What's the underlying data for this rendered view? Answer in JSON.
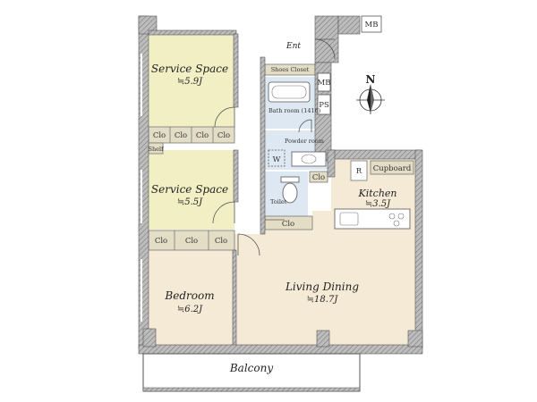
{
  "rooms": {
    "service_space_1": {
      "name": "Service Space",
      "area": "≒5.9J"
    },
    "service_space_2": {
      "name": "Service Space",
      "area": "≒5.5J"
    },
    "bedroom": {
      "name": "Bedroom",
      "area": "≒6.2J"
    },
    "living_dining": {
      "name": "Living Dining",
      "area": "≒18.7J"
    },
    "kitchen": {
      "name": "Kitchen",
      "area": "≒3.5J"
    },
    "balcony": {
      "name": "Balcony"
    }
  },
  "labels": {
    "entrance": "Ent",
    "shoes_closet": "Shoes Closet",
    "mb": "MB",
    "ps": "PS",
    "bath_room": "Bath room (1416)",
    "powder_room": "Powder room",
    "washer": "W",
    "toilet": "Toilet",
    "refrigerator": "R",
    "cupboard": "Cupboard",
    "closet": "Clo",
    "shelf": "Shelf",
    "compass_north": "N"
  },
  "colors": {
    "service_space_fill": "#f2efc4",
    "bedroom_fill": "#f5ead6",
    "living_fill": "#f5ead6",
    "wet_fill": "#dde8f3",
    "closet_fill": "#e3ddc5",
    "wall": "#6f6f6f",
    "wall_hatch": "#9a9a9a"
  }
}
